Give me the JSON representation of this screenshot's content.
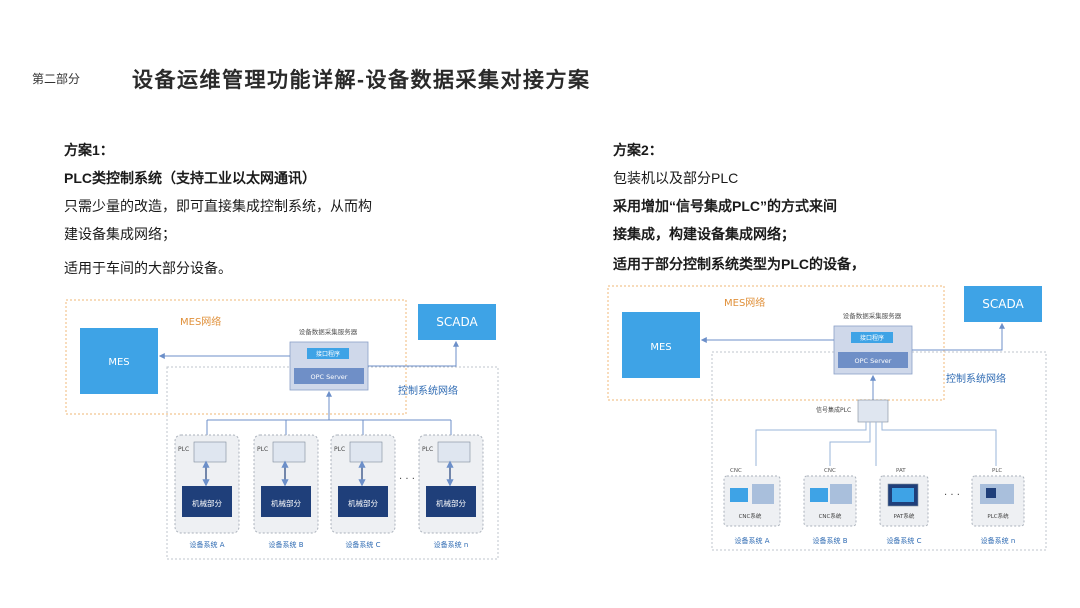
{
  "header": {
    "section_label": "第二部分",
    "title": "设备运维管理功能详解-设备数据采集对接方案"
  },
  "plan1": {
    "heading": "方案1：",
    "subheading": "PLC类控制系统（支持工业以太网通讯）",
    "desc_line1": "只需少量的改造，即可直接集成控制系统，从而构",
    "desc_line2": "建设备集成网络；",
    "desc_line3": "适用于车间的大部分设备。"
  },
  "plan2": {
    "heading": "方案2：",
    "line1": "包装机以及部分PLC",
    "line2": "采用增加“信号集成PLC”的方式来间",
    "line3": "接集成，构建设备集成网络；",
    "line4": "适用于部分控制系统类型为PLC的设备，"
  },
  "diagram1": {
    "mes_network": "MES网络",
    "mes": "MES",
    "scada": "SCADA",
    "server_label": "设备数据采集服务器",
    "interface": "接口程序",
    "opc": "OPC Server",
    "control_network": "控制系统网络",
    "plc": "PLC",
    "mech": "机械部分",
    "ellipsis": "· · ·",
    "systems": [
      "设备系统 A",
      "设备系统 B",
      "设备系统 C",
      "设备系统 n"
    ]
  },
  "diagram2": {
    "mes_network": "MES网络",
    "mes": "MES",
    "scada": "SCADA",
    "server_label": "设备数据采集服务器",
    "interface": "接口程序",
    "opc": "OPC Server",
    "control_network": "控制系统网络",
    "signal_plc": "信号集成PLC",
    "ellipsis": "· · ·",
    "devices": [
      {
        "top": "CNC",
        "screen": "CNC系统",
        "name": "设备系统 A"
      },
      {
        "top": "CNC",
        "screen": "CNC系统",
        "name": "设备系统 B"
      },
      {
        "top": "PAT",
        "screen": "PAT系统",
        "name": "设备系统 C"
      },
      {
        "top": "PLC",
        "screen": "PLC系统",
        "name": "设备系统 n"
      }
    ]
  },
  "colors": {
    "blue": "#3ea3e6",
    "navy": "#1f3f7a",
    "dashed_orange": "#f2c590",
    "dashed_gray": "#bfc4cc",
    "arrow": "#6c8fc9",
    "label_blue": "#2f6bb3",
    "label_orange": "#e0903a"
  }
}
